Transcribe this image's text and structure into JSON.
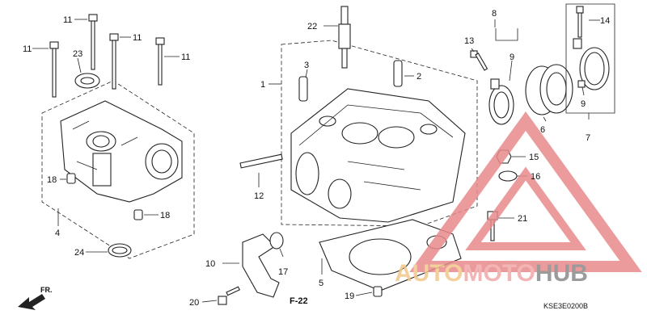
{
  "callouts": [
    {
      "id": "1",
      "label": "1"
    },
    {
      "id": "2",
      "label": "2"
    },
    {
      "id": "3",
      "label": "3"
    },
    {
      "id": "4",
      "label": "4"
    },
    {
      "id": "5",
      "label": "5"
    },
    {
      "id": "6",
      "label": "6"
    },
    {
      "id": "7",
      "label": "7"
    },
    {
      "id": "8",
      "label": "8"
    },
    {
      "id": "9a",
      "label": "9"
    },
    {
      "id": "9b",
      "label": "9"
    },
    {
      "id": "10",
      "label": "10"
    },
    {
      "id": "11a",
      "label": "11"
    },
    {
      "id": "11b",
      "label": "11"
    },
    {
      "id": "11c",
      "label": "11"
    },
    {
      "id": "11d",
      "label": "11"
    },
    {
      "id": "12",
      "label": "12"
    },
    {
      "id": "13",
      "label": "13"
    },
    {
      "id": "14",
      "label": "14"
    },
    {
      "id": "15",
      "label": "15"
    },
    {
      "id": "16",
      "label": "16"
    },
    {
      "id": "17",
      "label": "17"
    },
    {
      "id": "18a",
      "label": "18"
    },
    {
      "id": "18b",
      "label": "18"
    },
    {
      "id": "19",
      "label": "19"
    },
    {
      "id": "20",
      "label": "20"
    },
    {
      "id": "21",
      "label": "21"
    },
    {
      "id": "22",
      "label": "22"
    },
    {
      "id": "23",
      "label": "23"
    },
    {
      "id": "24",
      "label": "24"
    }
  ],
  "reference": "F-22",
  "front_label": "FR.",
  "diagram_code": "KSE3E0200B",
  "watermark": {
    "part1": "AUTO",
    "part2": "MOTO",
    "part3": "HUB",
    "colors": {
      "auto": "#f2c78a",
      "moto": "#f0a8a8",
      "hub": "#8a8a8a",
      "triangle": "#e88a8a"
    }
  }
}
